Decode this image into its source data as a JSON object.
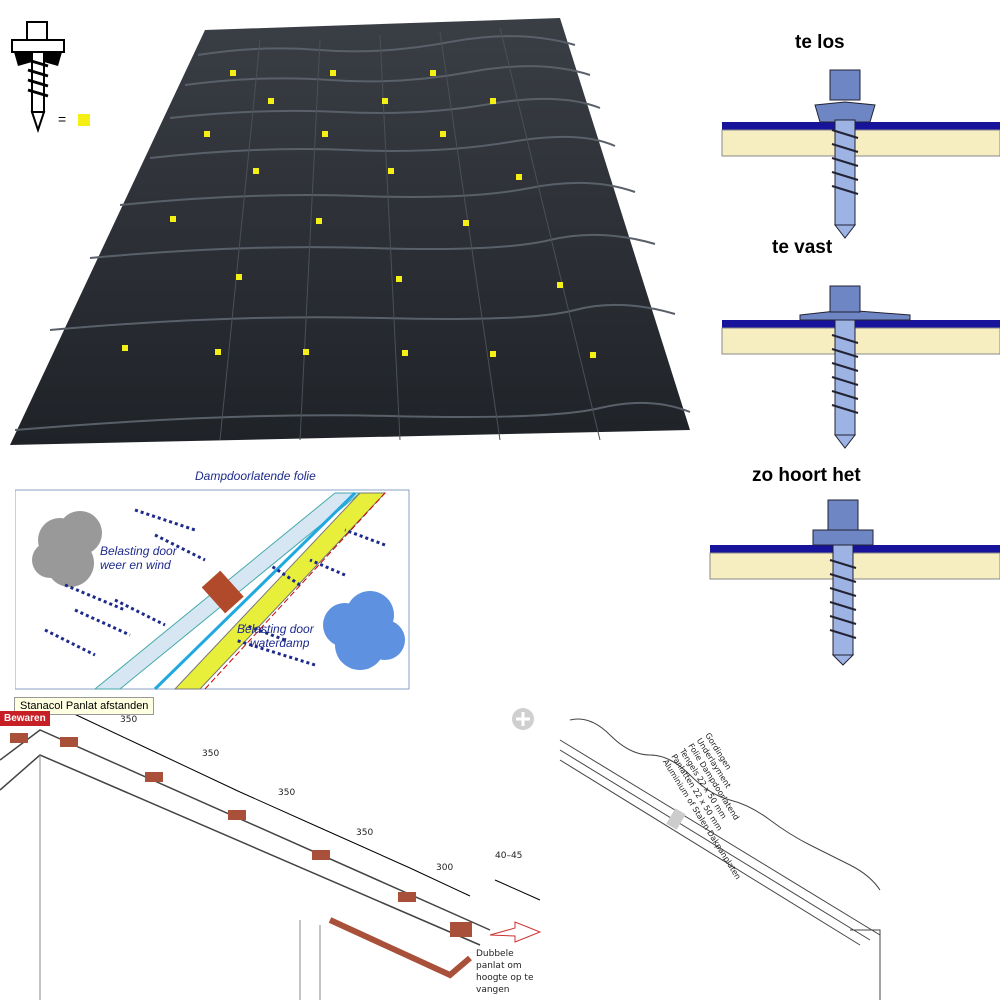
{
  "screw_legend": {
    "equals": "="
  },
  "screw_states": {
    "too_loose": "te los",
    "too_tight": "te vast",
    "correct": "zo hoort het"
  },
  "vapor_diagram": {
    "film_label": "Dampdoorlatende folie",
    "weather_load_line1": "Belasting door",
    "weather_load_line2": "weer en wind",
    "vapor_load_line1": "Belasting door",
    "vapor_load_line2": "waterdamp"
  },
  "tooltip": "Stanacol Panlat afstanden",
  "save_badge": "Bewaren",
  "batten_diagram": {
    "dims": [
      "350",
      "350",
      "350",
      "350",
      "300",
      "40–45"
    ],
    "note_line1": "Dubbele",
    "note_line2": "panlat om",
    "note_line3": "hoogte op te",
    "note_line4": "vangen"
  },
  "section_diagram": {
    "labels": [
      "Gordingen",
      "Underlayment",
      "Folie Dampdoorlatend",
      "Tengels 22 x 50 mm",
      "Panlatten 22 x 50 mm",
      "Aluminium of Stalen Dakpanplaten"
    ]
  },
  "icons": [
    "screw-icon",
    "expand-icon",
    "cloud-icon",
    "arrow-icon"
  ]
}
